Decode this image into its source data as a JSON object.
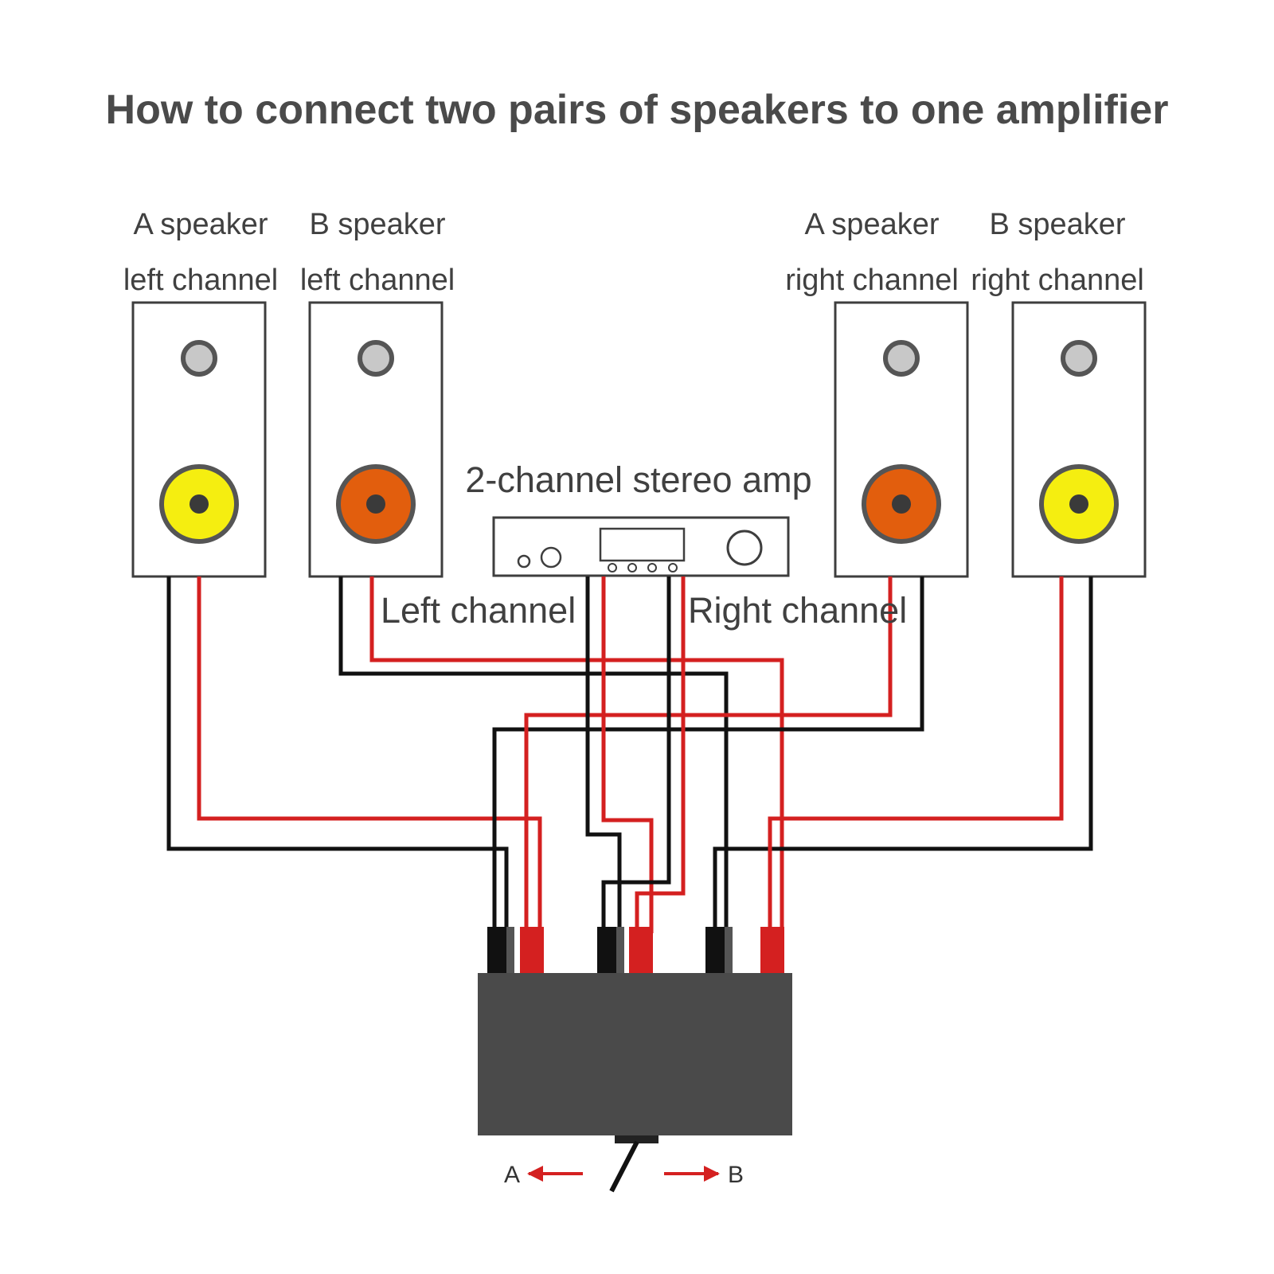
{
  "title": "How to connect two pairs of speakers to one amplifier",
  "speakers": [
    {
      "line1": "A speaker",
      "line2": "left channel",
      "woofer_color": "#f5ee10"
    },
    {
      "line1": "B speaker",
      "line2": "left channel",
      "woofer_color": "#e25e0d"
    },
    {
      "line1": "A speaker",
      "line2": "right channel",
      "woofer_color": "#e25e0d"
    },
    {
      "line1": "B speaker",
      "line2": "right channel",
      "woofer_color": "#f5ee10"
    }
  ],
  "amp_label": "2-channel stereo amp",
  "left_channel_label": "Left channel",
  "right_channel_label": "Right channel",
  "switch": {
    "left_label": "A",
    "right_label": "B"
  },
  "colors": {
    "positive_wire": "#d42020",
    "negative_wire": "#111111",
    "switch_box": "#4a4a4a",
    "arrow": "#d42020"
  }
}
